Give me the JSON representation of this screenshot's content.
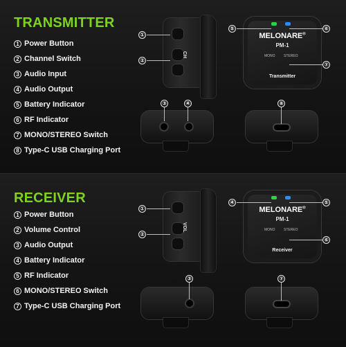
{
  "colors": {
    "heading": "#7ed321",
    "led_green": "#29d64a",
    "led_blue": "#2a8cff"
  },
  "transmitter": {
    "title": "TRANSMITTER",
    "items": [
      {
        "n": "①",
        "label": "Power Button"
      },
      {
        "n": "②",
        "label": "Channel Switch"
      },
      {
        "n": "③",
        "label": "Audio Input"
      },
      {
        "n": "④",
        "label": "Audio Output"
      },
      {
        "n": "⑤",
        "label": "Battery Indicator"
      },
      {
        "n": "⑥",
        "label": "RF Indicator"
      },
      {
        "n": "⑦",
        "label": "MONO/STEREO Switch"
      },
      {
        "n": "⑧",
        "label": "Type-C USB Charging Port"
      }
    ],
    "device": {
      "brand": "MELONARE",
      "reg": "®",
      "model": "PM-1",
      "name": "Transmitter",
      "side_label": "CH",
      "mono": "MONO",
      "stereo": "STEREO"
    },
    "callouts": {
      "c1": "①",
      "c2": "②",
      "c3": "③",
      "c4": "④",
      "c5": "⑤",
      "c6": "⑥",
      "c7": "⑦",
      "c8": "⑧"
    }
  },
  "receiver": {
    "title": "RECEIVER",
    "items": [
      {
        "n": "①",
        "label": "Power Button"
      },
      {
        "n": "②",
        "label": "Volume Control"
      },
      {
        "n": "③",
        "label": "Audio Output"
      },
      {
        "n": "④",
        "label": "Battery Indicator"
      },
      {
        "n": "⑤",
        "label": "RF Indicator"
      },
      {
        "n": "⑥",
        "label": "MONO/STEREO Switch"
      },
      {
        "n": "⑦",
        "label": "Type-C USB Charging Port"
      }
    ],
    "device": {
      "brand": "MELONARE",
      "reg": "®",
      "model": "PM-1",
      "name": "Receiver",
      "side_label": "VOL",
      "mono": "MONO",
      "stereo": "STEREO"
    },
    "callouts": {
      "c1": "①",
      "c2": "②",
      "c3": "③",
      "c4": "④",
      "c5": "⑤",
      "c6": "⑥",
      "c7": "⑦"
    }
  }
}
